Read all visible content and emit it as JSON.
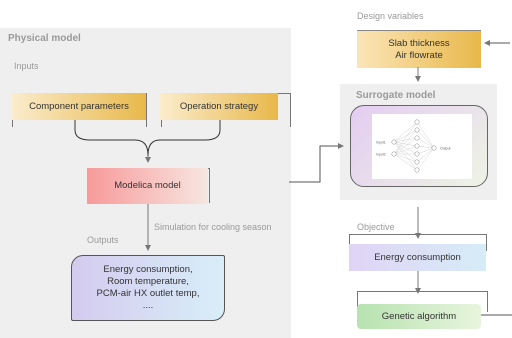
{
  "left": {
    "title": "Physical model",
    "inputs_label": "Inputs",
    "component_params": "Component parameters",
    "operation_strategy": "Operation strategy",
    "modelica": "Modelica model",
    "simulation_note": "Simulation for cooling season",
    "outputs_label": "Outputs",
    "outputs_lines": [
      "Energy consumption,",
      "Room temperature,",
      "PCM-air HX outlet temp,",
      "...."
    ]
  },
  "right": {
    "design_vars_label": "Design variables",
    "design_vars_lines": [
      "Slab thickness",
      "Air flowrate"
    ],
    "surrogate_title": "Surrogate model",
    "nn_input_labels": [
      "Input1",
      "Input2"
    ],
    "nn_output_label": "Output",
    "objective_label": "Objective",
    "energy_consumption": "Energy consumption",
    "genetic_algorithm": "Genetic algorithm"
  },
  "colors": {
    "gold": "#e8b84a",
    "pink": "#f08a8a",
    "lavender": "#cfc3ec",
    "green": "#8ed08e",
    "light_blue": "#d6ecf7"
  }
}
